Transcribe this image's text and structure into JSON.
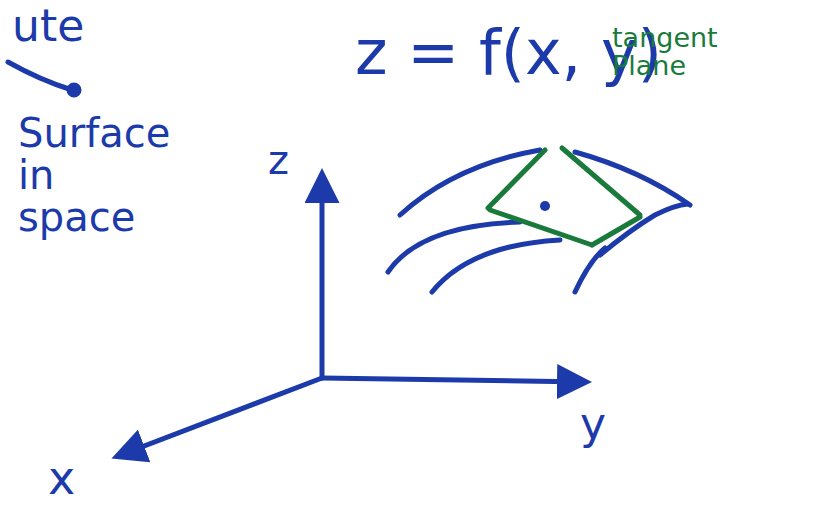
{
  "diagram": {
    "labels": [
      "ute",
      "z = f(x, y)",
      "tangent Plane",
      "z",
      "Surface in space",
      "y",
      "x"
    ]
  }
}
